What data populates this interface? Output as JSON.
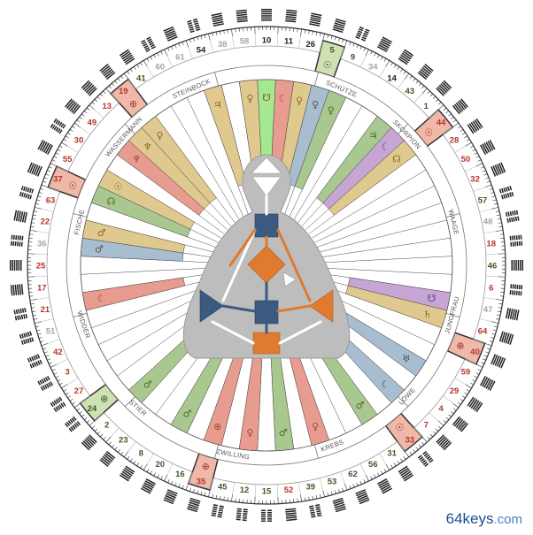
{
  "brand": {
    "name": "64keys",
    "domain": ".com"
  },
  "signs": [
    {
      "label": "STEINBOCK",
      "angle": -23
    },
    {
      "label": "SCHÜTZE",
      "angle": 23
    },
    {
      "label": "SKORPION",
      "angle": 47
    },
    {
      "label": "WAAGE",
      "angle": 77
    },
    {
      "label": "JUNGFRAU",
      "angle": 105
    },
    {
      "label": "LÖWE",
      "angle": 133
    },
    {
      "label": "KREBS",
      "angle": 160
    },
    {
      "label": "ZWILLING",
      "angle": 190
    },
    {
      "label": "STIER",
      "angle": 222
    },
    {
      "label": "WIDDER",
      "angle": 252
    },
    {
      "label": "FISCHE",
      "angle": 283
    },
    {
      "label": "WASSERMANN",
      "angle": 312
    }
  ],
  "gates": [
    "10",
    "11",
    "26",
    "5",
    "9",
    "34",
    "14",
    "43",
    "1",
    "44",
    "28",
    "50",
    "32",
    "57",
    "48",
    "18",
    "46",
    "6",
    "47",
    "64",
    "40",
    "59",
    "29",
    "4",
    "7",
    "33",
    "31",
    "56",
    "62",
    "53",
    "39",
    "52",
    "15",
    "12",
    "45",
    "35",
    "16",
    "20",
    "8",
    "23",
    "2",
    "24",
    "27",
    "3",
    "42",
    "51",
    "21",
    "17",
    "25",
    "36",
    "22",
    "63",
    "37",
    "55",
    "30",
    "49",
    "13",
    "19",
    "41",
    "60",
    "61",
    "54",
    "38",
    "58"
  ],
  "highlight_gates": {
    "5": {
      "type": "personality",
      "symbol": "☉"
    },
    "44": {
      "type": "design",
      "symbol": "☉"
    },
    "40": {
      "type": "design",
      "symbol": "⊕"
    },
    "33": {
      "type": "design",
      "symbol": "☉"
    },
    "35": {
      "type": "design",
      "symbol": "⊕"
    },
    "24": {
      "type": "personality",
      "symbol": "⊕"
    },
    "37": {
      "type": "design",
      "symbol": "☉"
    },
    "19": {
      "type": "design",
      "symbol": "⊕"
    }
  },
  "gate_colors": {
    "design": "#b5352e",
    "personality": "#3c5a2a",
    "neutral": "#a5a5a5"
  },
  "spokes": [
    {
      "index": 0,
      "color": "#a6e88f",
      "planet": "☋",
      "planet_color": "#7a5d2a"
    },
    {
      "index": 1,
      "color": "#e89b8f",
      "planet": "☾",
      "planet_color": "#9a4a3a"
    },
    {
      "index": 2,
      "color": "#e0c98f",
      "planet": "♀",
      "planet_color": "#8a6a2a"
    },
    {
      "index": 3,
      "color": "#a9bdd0",
      "planet": "♀",
      "planet_color": "#555"
    },
    {
      "index": 4,
      "color": "#a9c890",
      "planet": "♀",
      "planet_color": "#4a6a2a"
    },
    {
      "index": 7,
      "color": "#a9c890",
      "planet": "♃",
      "planet_color": "#4a6a2a"
    },
    {
      "index": 8,
      "color": "#c7a6d6",
      "planet": "☾",
      "planet_color": "#6a3a8a"
    },
    {
      "index": 9,
      "color": "#e0c98f",
      "planet": "☊",
      "planet_color": "#8a6a2a"
    },
    {
      "index": 18,
      "color": "#c7a6d6",
      "planet": "☋",
      "planet_color": "#6a3a8a"
    },
    {
      "index": 19,
      "color": "#e0c98f",
      "planet": "♄",
      "planet_color": "#8a6a2a"
    },
    {
      "index": 22,
      "color": "#a9bdd0",
      "planet": "♅",
      "planet_color": "#555"
    },
    {
      "index": 24,
      "color": "#a9bdd0",
      "planet": "☾",
      "planet_color": "#555"
    },
    {
      "index": 26,
      "color": "#a9c890",
      "planet": "♂",
      "planet_color": "#4a6a2a"
    },
    {
      "index": 29,
      "color": "#e89b8f",
      "planet": "♀",
      "planet_color": "#9a4a3a"
    },
    {
      "index": 31,
      "color": "#a9c890",
      "planet": "♂",
      "planet_color": "#4a6a2a"
    },
    {
      "index": 33,
      "color": "#e89b8f",
      "planet": "♀",
      "planet_color": "#9a4a3a"
    },
    {
      "index": 35,
      "color": "#e89b8f",
      "planet": "⊕",
      "planet_color": "#9a4a3a"
    },
    {
      "index": 37,
      "color": "#a9c890",
      "planet": "♂",
      "planet_color": "#4a6a2a"
    },
    {
      "index": 40,
      "color": "#a9c890",
      "planet": "♂",
      "planet_color": "#4a6a2a"
    },
    {
      "index": 46,
      "color": "#e89b8f",
      "planet": "☾",
      "planet_color": "#9a4a3a"
    },
    {
      "index": 49,
      "color": "#a9bdd0",
      "planet": "♂",
      "planet_color": "#555"
    },
    {
      "index": 50,
      "color": "#e0c98f",
      "planet": "♂",
      "planet_color": "#8a6a2a"
    },
    {
      "index": 52,
      "color": "#a9c890",
      "planet": "☊",
      "planet_color": "#4a6a2a"
    },
    {
      "index": 53,
      "color": "#e0c98f",
      "planet": "☉",
      "planet_color": "#8a6a2a"
    },
    {
      "index": 55,
      "color": "#e89b8f",
      "planet": "♆",
      "planet_color": "#9a4a3a"
    },
    {
      "index": 56,
      "color": "#e0c98f",
      "planet": "♆",
      "planet_color": "#8a6a2a"
    },
    {
      "index": 57,
      "color": "#e0c98f",
      "planet": "♀",
      "planet_color": "#8a6a2a"
    },
    {
      "index": 61,
      "color": "#e0c98f",
      "planet": "♃",
      "planet_color": "#8a6a2a"
    },
    {
      "index": 63,
      "color": "#e0c98f",
      "planet": "♀",
      "planet_color": "#8a6a2a"
    }
  ]
}
